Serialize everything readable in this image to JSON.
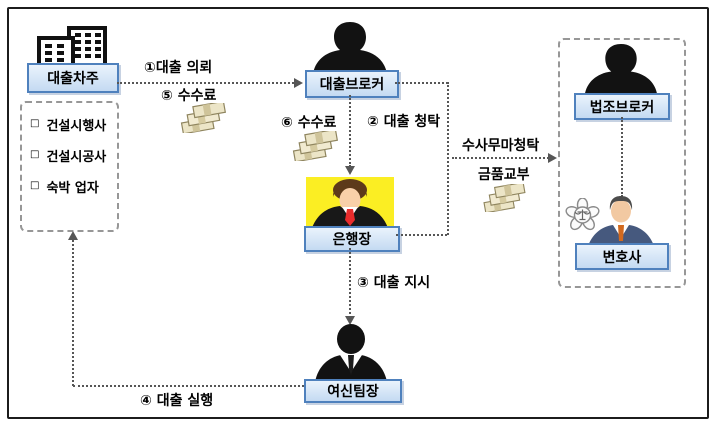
{
  "diagram": {
    "nodes": {
      "borrower": "대출차주",
      "loan_broker": "대출브로커",
      "bank_president": "은행장",
      "credit_team_leader": "여신팀장",
      "legal_broker": "법조브로커",
      "lawyer": "변호사"
    },
    "borrower_list": {
      "bullet": "□",
      "items": [
        "건설시행사",
        "건설시공사",
        "숙박 업자"
      ]
    },
    "edges": {
      "step1_loan_request": "①대출 의뢰",
      "step5_fee": "⑤ 수수료",
      "step6_fee": "⑥ 수수료",
      "step2_loan_solicitation": "② 대출 청탁",
      "step3_loan_instruction": "③ 대출 지시",
      "step4_loan_execution": "④ 대출 실행",
      "coverup_request": "수사무마청탁",
      "money_delivery": "금품교부"
    },
    "icons": {
      "buildings": "buildings-icon",
      "money": "money-stack-icon",
      "silhouette": "person-silhouette-icon",
      "badge": "lawyer-badge-icon"
    },
    "colors": {
      "label_box_bg": "#c4daf2",
      "label_box_border": "#4f81bd",
      "dashed_line": "#565656",
      "dashed_box_border": "#979797",
      "president_bg": "#fbee23",
      "tie_red": "#e92b2b",
      "silhouette_black": "#121212",
      "money_bill": "#ece5c7",
      "lawyer_suit": "#46597e",
      "lawyer_tie": "#d2691e"
    }
  }
}
